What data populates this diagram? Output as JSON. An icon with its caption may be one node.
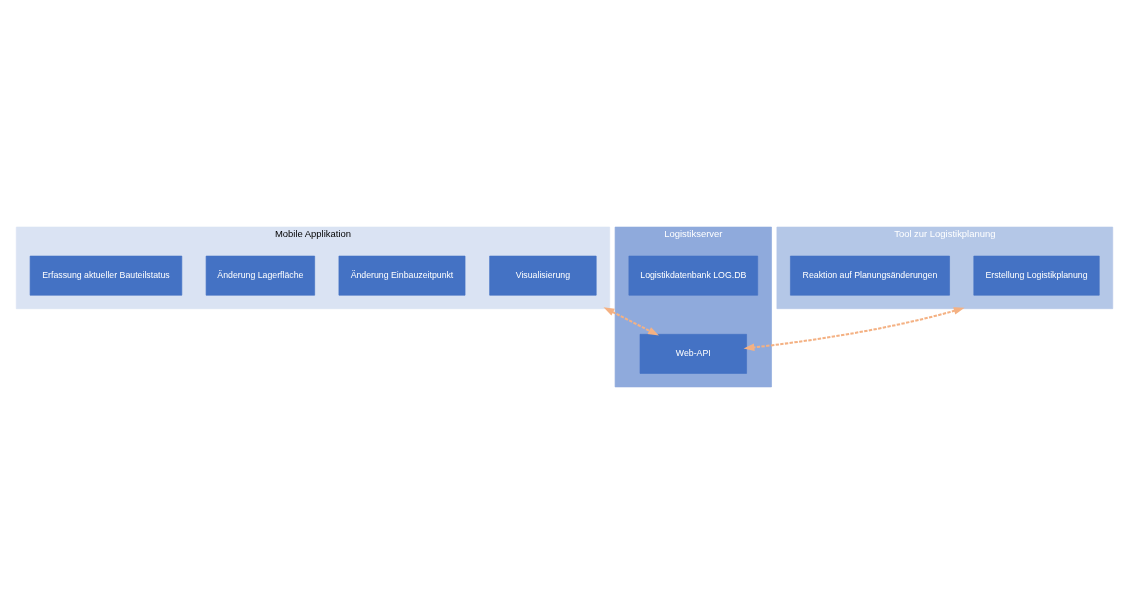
{
  "diagram": {
    "nodes": [
      {
        "text": [
          "Mobile Applikation"
        ]
      },
      {
        "text": [
          "Visualisierung"
        ],
        "in": 0
      },
      {
        "text": [
          "Änderung Einbauzeitpunkt"
        ],
        "in": 0
      },
      {
        "text": [
          "Änderung Lagerfläche"
        ],
        "in": 0
      },
      {
        "text": [
          "Erfassung aktueller Bauteilstatus"
        ],
        "in": 0
      },
      {
        "text": [
          "Tool zur Logistikplanung"
        ]
      },
      {
        "text": [
          "Erstellung Logistikplanung"
        ],
        "in": 5
      },
      {
        "text": [
          "Reaktion auf Planungsänderungen"
        ],
        "in": 5
      },
      {
        "text": [
          "Logistikserver"
        ]
      },
      {
        "text": [
          "Web-API"
        ],
        "in": 8
      },
      {
        "text": [
          "Logistikdatenbank LOG.DB"
        ],
        "in": 8
      }
    ],
    "edges": [
      {
        "from": 0,
        "to": 9,
        "arrow": "both",
        "style": "dashed"
      },
      {
        "from": 5,
        "to": 9,
        "arrow": "both",
        "style": "dashed"
      }
    ]
  }
}
